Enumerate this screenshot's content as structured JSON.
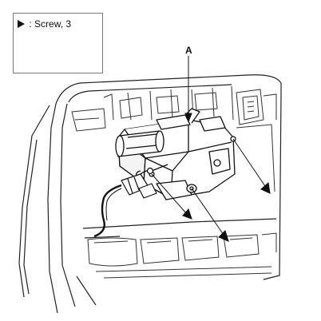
{
  "legend": {
    "separator": ":",
    "label": "Screw, 3",
    "icon": "screw-icon",
    "marker": "filled-triangle-pointer"
  },
  "callout": {
    "label": "A"
  },
  "colors": {
    "line": "#111111",
    "paper": "#ffffff"
  }
}
